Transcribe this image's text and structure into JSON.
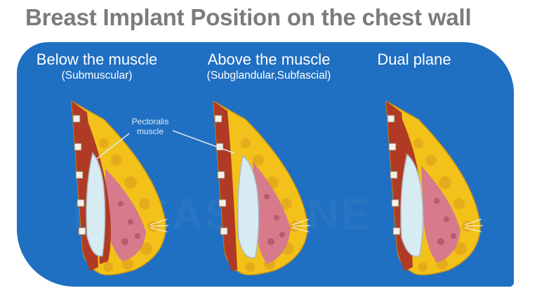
{
  "title": "Breast Implant Position on the chest wall",
  "columns": [
    {
      "title": "Below the muscle",
      "subtitle": "(Submuscular)",
      "illustration_icon": "submuscular-breast-cross-section"
    },
    {
      "title": "Above the muscle",
      "subtitle": "(Subglandular,Subfascial)",
      "illustration_icon": "subglandular-breast-cross-section"
    },
    {
      "title": "Dual plane",
      "subtitle": "",
      "illustration_icon": "dual-plane-breast-cross-section"
    }
  ],
  "callout": {
    "line1": "Pectoralis",
    "line2": "muscle"
  },
  "colors": {
    "title_text": "#7b7b7b",
    "panel": "#1f6fc2",
    "fat": "#f2c21a",
    "muscle": "#b03a24",
    "implant": "#d7ebf2",
    "gland": "#d77a8c",
    "rib": "#f4f1e8"
  }
}
